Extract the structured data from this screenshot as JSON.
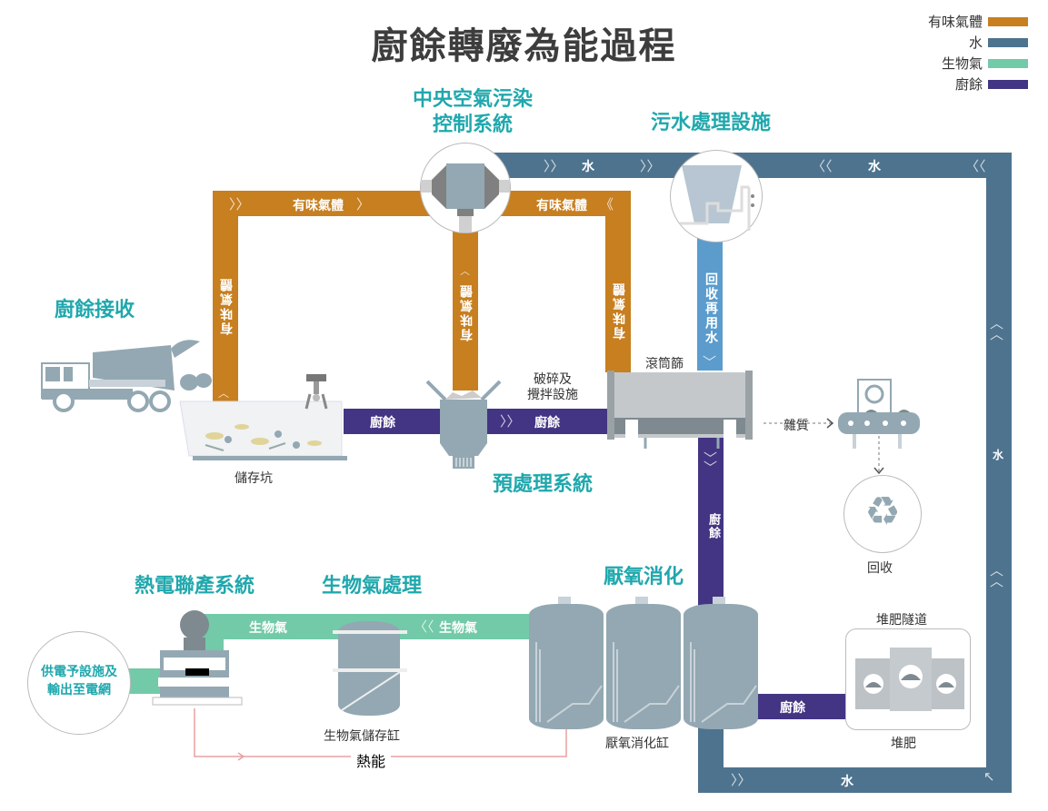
{
  "title": "廚餘轉廢為能過程",
  "legend": [
    {
      "label": "有味氣體",
      "color": "#c77f20"
    },
    {
      "label": "水",
      "color": "#4e738e"
    },
    {
      "label": "生物氣",
      "color": "#72caa8"
    },
    {
      "label": "廚餘",
      "color": "#433583"
    }
  ],
  "colors": {
    "odor_gas": "#c77f20",
    "water": "#4e738e",
    "recycled_water": "#5b9ccd",
    "biogas": "#72caa8",
    "food_waste": "#433583",
    "heat": "#e8a0a0",
    "section_heading": "#1fa8ad"
  },
  "sections": {
    "reception": "廚餘接收",
    "air_control_line1": "中央空氣污染",
    "air_control_line2": "控制系統",
    "sewage": "污水處理設施",
    "pretreatment": "預處理系統",
    "chp": "熱電聯產系統",
    "biogas_treatment": "生物氣處理",
    "anaerobic": "厭氧消化"
  },
  "labels": {
    "storage_pit": "儲存坑",
    "crusher_line1": "破碎及",
    "crusher_line2": "攪拌設施",
    "drum_screen": "滾筒篩",
    "impurities": "雜質",
    "recycle": "回收",
    "biogas_tank": "生物氣儲存缸",
    "digester": "厭氧消化缸",
    "heat": "熱能",
    "compost_tunnel": "堆肥隧道",
    "compost": "堆肥",
    "power_line1": "供電予設施及",
    "power_line2": "輸出至電網"
  },
  "pipes": {
    "odor_top_left": "有味氣體",
    "odor_top_right": "有味氣體",
    "odor_left_vertical": "有味氣體",
    "odor_mid_vertical": "有味氣體",
    "odor_right_vertical": "有味氣體",
    "water_top_left": "水",
    "water_top_right": "水",
    "water_right_vertical": "水",
    "water_bottom": "水",
    "recycled_water": "回收再用水",
    "food_pit_to_crusher": "廚餘",
    "food_crusher_to_drum": "廚餘",
    "food_drum_to_digester": "廚餘",
    "food_digester_to_compost": "廚餘",
    "biogas_left": "生物氣",
    "biogas_right": "生物氣"
  },
  "arrows": {
    "right_double": "〉〉",
    "left_double": "〈〈",
    "right_single": "〉",
    "up_double": "︿\n︿",
    "down": "﹀"
  }
}
